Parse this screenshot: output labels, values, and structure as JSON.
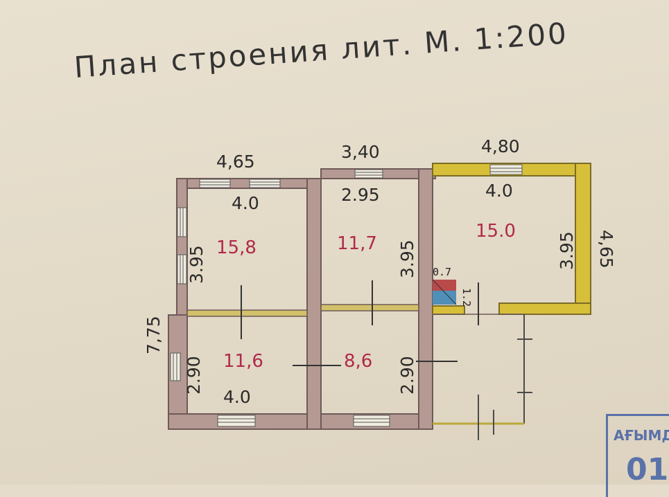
{
  "title": "План строения лит. М. 1:200",
  "dimensions": {
    "outer_top_left": "4,65",
    "outer_top_middle": "3,40",
    "outer_top_right": "4,80",
    "outer_left": "7,75",
    "outer_right": "4,65",
    "room1_width": "4.0",
    "room1_height": "3.95",
    "room2_width": "2.95",
    "room2_height": "3.95",
    "room3_width": "4.0",
    "room3_height": "3.95",
    "room4_width": "4.0",
    "room4_height": "2.90",
    "room5_height": "2.90",
    "closet_width": "0.7",
    "closet_height": "1.2"
  },
  "rooms": [
    {
      "id": "room-1",
      "area": "15,8"
    },
    {
      "id": "room-2",
      "area": "11,7"
    },
    {
      "id": "room-3",
      "area": "15.0"
    },
    {
      "id": "room-4",
      "area": "11,6"
    },
    {
      "id": "room-5",
      "area": "8,6"
    }
  ],
  "stamp": {
    "label": "АҒЫМД",
    "code": "01"
  },
  "colors": {
    "wall_brick": "#b59a93",
    "wall_outline": "#6e5a58",
    "wall_addition": "#d8bf3a",
    "area_text": "#b02a4a",
    "stamp": "#5a72a8"
  }
}
